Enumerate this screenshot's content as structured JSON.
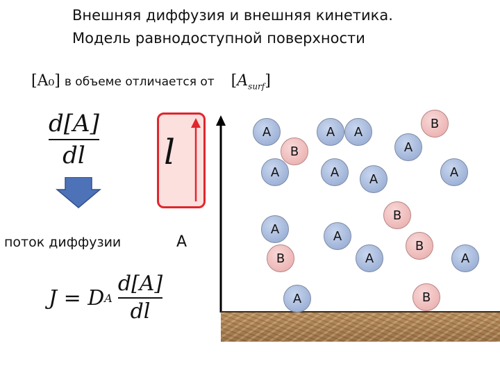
{
  "title": {
    "line1": "Внешняя диффузия и внешняя кинетика.",
    "line2": "Модель равнодоступной поверхности"
  },
  "statement": {
    "a0": "[A₀]",
    "text": "в объеме отличается от",
    "asurf_base": "A",
    "asurf_sub": "surf"
  },
  "gradient_formula": {
    "numerator": "d[A]",
    "denominator": "dl"
  },
  "length_label": "l",
  "flow_label": "поток диффузии",
  "flow_species": "A",
  "flux_formula": {
    "lhs": "J = D",
    "sub": "A",
    "numerator": "d[A]",
    "denominator": "dl"
  },
  "particles": [
    {
      "label": "A",
      "type": "A"
    },
    {
      "label": "A",
      "type": "A"
    },
    {
      "label": "A",
      "type": "A"
    },
    {
      "label": "B",
      "type": "B"
    },
    {
      "label": "A",
      "type": "A"
    },
    {
      "label": "B",
      "type": "B"
    },
    {
      "label": "A",
      "type": "A"
    },
    {
      "label": "A",
      "type": "A"
    },
    {
      "label": "A",
      "type": "A"
    },
    {
      "label": "A",
      "type": "A"
    },
    {
      "label": "B",
      "type": "B"
    },
    {
      "label": "A",
      "type": "A"
    },
    {
      "label": "A",
      "type": "A"
    },
    {
      "label": "B",
      "type": "B"
    },
    {
      "label": "B",
      "type": "B"
    },
    {
      "label": "A",
      "type": "A"
    },
    {
      "label": "A",
      "type": "A"
    },
    {
      "label": "A",
      "type": "A"
    },
    {
      "label": "B",
      "type": "B"
    }
  ],
  "colors": {
    "particle_a": "#9fb3da",
    "particle_b": "#f0baba",
    "arrow_blue": "#4d72b8",
    "arrow_red": "#e0262c"
  }
}
